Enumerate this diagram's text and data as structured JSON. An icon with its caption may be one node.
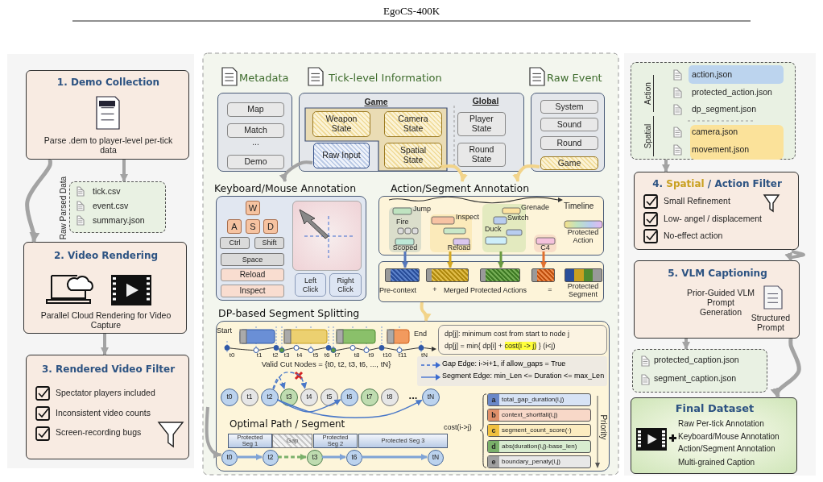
{
  "diagram": {
    "title": "EgoCS-400K",
    "nodes": [
      {
        "text": [
          "1. Demo Collection",
          "Parse .dem to player-level per-tick data"
        ]
      },
      {
        "text": [
          "Raw Parsed Data",
          "tick.csv",
          "event.csv",
          "summary.json"
        ]
      },
      {
        "text": [
          "2. Video Rendering",
          "Parallel Cloud Rendering for Video Capture"
        ]
      },
      {
        "text": [
          "3. Rendered Video Filter",
          "Spectator players included",
          "Inconsistent video counts",
          "Screen-recording bugs"
        ]
      },
      {
        "text": [
          "Metadata",
          "..."
        ]
      },
      {
        "text": [
          "Map"
        ],
        "in": 4
      },
      {
        "text": [
          "Match"
        ],
        "in": 4
      },
      {
        "text": [
          "Demo"
        ],
        "in": 4
      },
      {
        "text": [
          "Tick-level Information",
          "Global"
        ]
      },
      {
        "text": [
          "Game"
        ],
        "in": 8
      },
      {
        "text": [
          "Weapon State"
        ],
        "in": 9
      },
      {
        "text": [
          "Camera State"
        ],
        "in": 9
      },
      {
        "text": [
          "Raw Input"
        ],
        "in": 8
      },
      {
        "text": [
          "Spatial State"
        ],
        "in": 9
      },
      {
        "text": [
          "Player State"
        ],
        "in": 8
      },
      {
        "text": [
          "Round State"
        ],
        "in": 8
      },
      {
        "text": [
          "Raw Event"
        ]
      },
      {
        "text": [
          "System"
        ],
        "in": 16
      },
      {
        "text": [
          "Sound"
        ],
        "in": 16
      },
      {
        "text": [
          "Round"
        ],
        "in": 16
      },
      {
        "text": [
          "Game"
        ],
        "in": 16
      },
      {
        "text": [
          "Keyboard/Mouse Annotation"
        ]
      },
      {
        "text": [
          "W"
        ],
        "in": 21
      },
      {
        "text": [
          "A"
        ],
        "in": 21
      },
      {
        "text": [
          "S"
        ],
        "in": 21
      },
      {
        "text": [
          "D"
        ],
        "in": 21
      },
      {
        "text": [
          "Ctrl"
        ],
        "in": 21
      },
      {
        "text": [
          "Shift"
        ],
        "in": 21
      },
      {
        "text": [
          "Space"
        ],
        "in": 21
      },
      {
        "text": [
          "Reload"
        ],
        "in": 21
      },
      {
        "text": [
          "Inspect"
        ],
        "in": 21
      },
      {
        "text": [],
        "shape": "box",
        "in": 21
      },
      {
        "text": [
          "Left Click"
        ],
        "in": 21
      },
      {
        "text": [
          "Right Click"
        ],
        "in": 21
      },
      {
        "text": [
          "Action/Segment Annotation"
        ]
      },
      {
        "text": [],
        "shape": "box",
        "in": 34
      },
      {
        "text": [],
        "shape": "box",
        "in": 34
      },
      {
        "text": [],
        "shape": "box",
        "in": 34
      },
      {
        "text": [],
        "shape": "box",
        "in": 34
      },
      {
        "text": [],
        "shape": "box"
      },
      {
        "text": [],
        "shape": "bar",
        "in": 39
      },
      {
        "text": [],
        "shape": "bar",
        "in": 39
      },
      {
        "text": [],
        "shape": "bar",
        "in": 39
      },
      {
        "text": [],
        "shape": "bar",
        "in": 39
      },
      {
        "text": [],
        "shape": "bar",
        "in": 39
      },
      {
        "text": [
          "DP-based Segment Splitting"
        ]
      },
      {
        "text": [
          "dp[j]: minimum cost from start to node j",
          "dp[j] = min{ dp[i] + **cost(i -> j)** } (i<j)"
        ],
        "in": 45
      },
      {
        "text": [
          "t0"
        ],
        "in": 45
      },
      {
        "text": [
          "t1"
        ],
        "in": 45
      },
      {
        "text": [
          "t2"
        ],
        "in": 45
      },
      {
        "text": [
          "t3"
        ],
        "in": 45
      },
      {
        "text": [
          "t4"
        ],
        "in": 45
      },
      {
        "text": [
          "t5"
        ],
        "in": 45
      },
      {
        "text": [
          "t6"
        ],
        "in": 45
      },
      {
        "text": [
          "t7"
        ],
        "in": 45
      },
      {
        "text": [
          "t8"
        ],
        "in": 45
      },
      {
        "text": [
          "tN"
        ],
        "in": 45
      },
      {
        "text": [
          "Protected Seg 1"
        ],
        "in": 45
      },
      {
        "text": [
          "Gap"
        ],
        "in": 45
      },
      {
        "text": [
          "Protected Seg 2"
        ],
        "in": 45
      },
      {
        "text": [
          "Protected Seg 3"
        ],
        "in": 45
      },
      {
        "text": [
          "t0"
        ],
        "in": 45
      },
      {
        "text": [
          "t2"
        ],
        "in": 45
      },
      {
        "text": [
          "t3"
        ],
        "in": 45
      },
      {
        "text": [
          "t6"
        ],
        "in": 45
      },
      {
        "text": [
          "tN"
        ],
        "in": 45
      },
      {
        "text": [
          "a",
          "total_gap_duration(i,j)"
        ],
        "in": 45
      },
      {
        "text": [
          "b",
          "context_shortfall(i,j)"
        ],
        "in": 45
      },
      {
        "text": [
          "c",
          "segment_count_score(·)"
        ],
        "in": 45
      },
      {
        "text": [
          "d",
          "abs(duration(i,j)-base_len)"
        ],
        "in": 45
      },
      {
        "text": [
          "e",
          "boundary_penaty(i,j)"
        ],
        "in": 45
      },
      {
        "text": [
          "Action",
          "action.json",
          "protected_action.json",
          "dp_segment.json",
          "Spatial",
          "camera.json",
          "movement.json"
        ]
      },
      {
        "text": [
          "4. *Spatial* / Action Filter",
          "Small Refinement",
          "Low- angel / displacement",
          "No-effect action"
        ]
      },
      {
        "text": [
          "5. VLM Captioning",
          "Prior-Guided VLM Prompt Generation",
          "Structured Prompt"
        ]
      },
      {
        "text": [
          "protected_caption.json",
          "segment_caption.json"
        ]
      },
      {
        "text": [
          "Final Dataset",
          "Raw Per-tick Annotation",
          "Keyboard/Mouse Annotation",
          "Action/Segment Annotation",
          "Multi-grained Caption"
        ]
      }
    ],
    "edges": [
      {
        "from": 0,
        "to": 1,
        "arrow": "to"
      },
      {
        "from": 0,
        "to": 2,
        "arrow": "to"
      },
      {
        "from": 2,
        "to": 3,
        "arrow": "to"
      },
      {
        "from": 12,
        "to": 21,
        "arrow": "to"
      },
      {
        "from": 13,
        "to": 34,
        "arrow": "to",
        "color": "#f2d48a"
      },
      {
        "from": 20,
        "to": 34,
        "arrow": "to",
        "color": "#f2d48a"
      },
      {
        "from": 35,
        "to": 40,
        "arrow": "to",
        "color": "#5577bb"
      },
      {
        "from": 36,
        "to": 41,
        "arrow": "to",
        "color": "#d4a820"
      },
      {
        "from": 37,
        "to": 42,
        "arrow": "to",
        "color": "#6a9a40"
      },
      {
        "from": 38,
        "to": 43,
        "arrow": "to",
        "color": "#e07030"
      },
      {
        "from": 39,
        "to": 45,
        "arrow": "to",
        "color": "#f2d48a"
      },
      {
        "from": 49,
        "to": 50,
        "arrow": "to",
        "style": "dashed",
        "color": "#4a78c8"
      },
      {
        "from": 49,
        "to": 51,
        "arrow": "to",
        "style": "dashed",
        "color": "#4a78c8"
      },
      {
        "from": 49,
        "to": 53,
        "arrow": "to",
        "color": "#4a78c8"
      },
      {
        "from": 49,
        "to": 56,
        "arrow": "to",
        "color": "#4a78c8"
      },
      {
        "from": 61,
        "to": 62,
        "arrow": "to",
        "color": "#7fa3d6"
      },
      {
        "from": 62,
        "to": 63,
        "arrow": "to",
        "style": "dashed",
        "color": "#7ab06a"
      },
      {
        "from": 63,
        "to": 64,
        "arrow": "to",
        "color": "#7fa3d6"
      },
      {
        "from": 64,
        "to": 65,
        "arrow": "to",
        "color": "#7fa3d6"
      },
      {
        "from": null,
        "to": 61,
        "arrow": "to"
      },
      {
        "from": 71,
        "to": 72,
        "arrow": "to"
      },
      {
        "from": 72,
        "to": 73,
        "arrow": "to"
      },
      {
        "from": 73,
        "to": 74,
        "arrow": "to"
      },
      {
        "from": 73,
        "to": 75,
        "arrow": "to"
      }
    ],
    "labels": [
      "Jump",
      "Grenade",
      "Timeline",
      "Inspect",
      "Switch",
      "Fire",
      "Duck",
      "Protected Action",
      "Scoped",
      "Reload",
      "C4",
      "Pre-context",
      "+",
      "Merged Protected Actions",
      "=",
      "Protected Segment",
      "Start",
      "End",
      "t0",
      "t1",
      "t2",
      "t3",
      "t4",
      "t5",
      "t6",
      "t7",
      "t8",
      "t9",
      "t10",
      "t11",
      "tN",
      "Valid Cut Nodes = {t0, t2, t3, t6, ..., tN}",
      "...",
      "Optimal Path / Segment",
      "cost(i->j)",
      "Priority"
    ],
    "legend": [
      {
        "text": "Gap Edge: i->i+1, if allow_gaps = True"
      },
      {
        "text": "Segment Edge: min_Len <= Duration <= max_Len"
      }
    ]
  }
}
